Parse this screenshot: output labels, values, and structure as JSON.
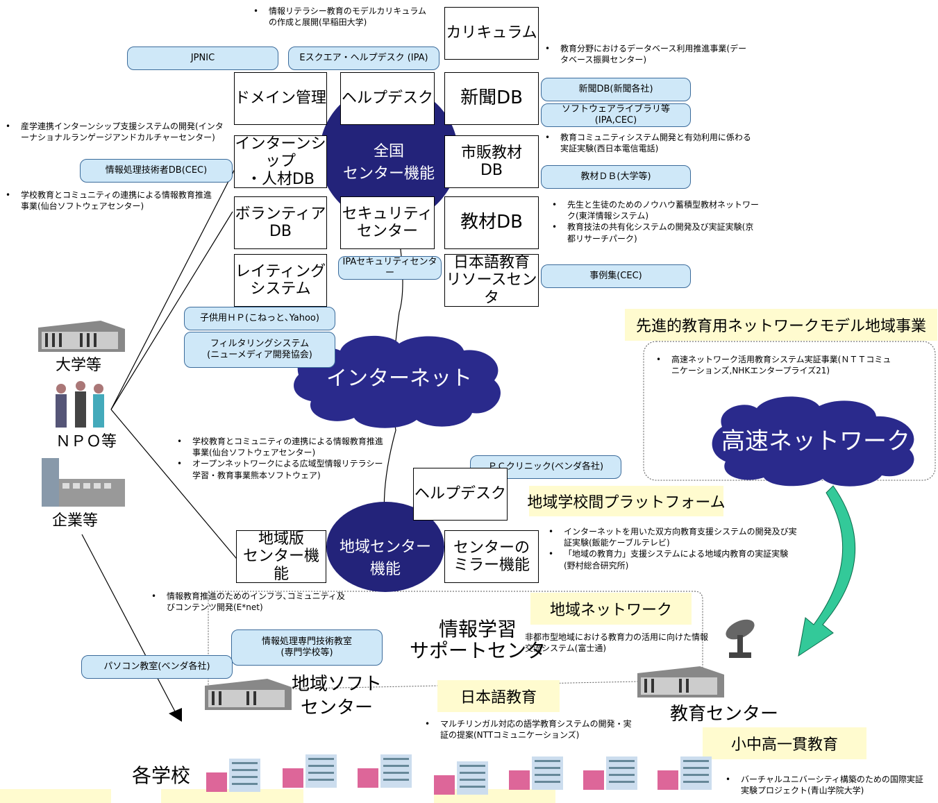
{
  "national": {
    "center_label": "全国\nセンター機能",
    "curriculum": "カリキュラム",
    "domain": "ドメイン管理",
    "helpdesk": "ヘルプデスク",
    "newspaper_db": "新聞DB",
    "internship_db": "インターンシップ\n・人材DB",
    "commercial_db": "市販教材\nDB",
    "volunteer_db": "ボランティア\nDB",
    "security_center": "セキュリティ\nセンター",
    "materials_db": "教材DB",
    "rating_system": "レイティング\nシステム",
    "japanese_resource": "日本語教育\nリソースセンタ"
  },
  "pills": {
    "jpnic": "JPNIC",
    "e_square": "Eスクエア・ヘルプデスク (IPA)",
    "newspaper": "新聞DB(新聞各社)",
    "software_library": "ソフトウェアライブラリ等(IPA,CEC)",
    "it_engineer_db": "情報処理技術者DB(CEC)",
    "materials_univ": "教材ＤＢ(大学等)",
    "ipa_security": "IPAセキュリティセンター",
    "case_studies": "事例集(CEC)",
    "kids_hp": "子供用ＨＰ(こねっと､Yahoo)",
    "filtering": "フィルタリングシステム\n(ニューメディア開発協会)",
    "pc_clinic": "ＰＣクリニック(ベンダ各社)",
    "it_vocational": "情報処理専門技術教室\n(専門学校等)",
    "pc_school": "パソコン教室(ベンダ各社)"
  },
  "notes": {
    "curriculum": "情報リテラシー教育のモデルカリキュラムの作成と展開(早稲田大学)",
    "database": "教育分野におけるデータベース利用推進事業(データベース振興センター)",
    "internship": "産学連携インターンシップ支援システムの開発(インターナショナルランゲージアンドカルチャーセンター)",
    "community_system": "教育コミュニティシステム開発と有効利用に係わる実証実験(西日本電信電話)",
    "school_community": "学校教育とコミュニティの連携による情報教育推進事業(仙台ソフトウェアセンター)",
    "knowhow": "先生と生徒のためのノウハウ蓄積型教材ネットワーク(東洋情報システム)",
    "teaching_method": "教育技法の共有化システムの開発及び実証実験(京都リサーチパーク)",
    "sendai": "学校教育とコミュニティの連携による情報教育推進事業(仙台ソフトウェアセンター)",
    "kumamoto": "オープンネットワークによる広域型情報リテラシー学習・教育事業熊本ソフトウェア)",
    "highspeed": "高速ネットワーク活用教育システム実証事業(ＮＴＴコミュニケーションズ,NHKエンタープライズ21)",
    "interactive": "インターネットを用いた双方向教育支援システムの開発及び実証実験(飯能ケーブルテレビ)",
    "local_education": "「地域の教育力」支援システムによる地域内教育の実証実験(野村総合研究所)",
    "infra": "情報教育推進のためのインフラ､コミュニティ及びコンテンツ開発(E*net)",
    "non_urban": "非都市型地域における教育力の活用に向けた情報交流システム(富士通)",
    "multilingual": "マルチリンガル対応の語学教育システムの開発・実証の提案(NTTコミュニケーションズ)",
    "virtual_university": "バーチャルユニバーシティ構築のための国際実証実験プロジェクト(青山学院大学)"
  },
  "internet_label": "インターネット",
  "advanced": {
    "title": "先進的教育用ネットワークモデル地域事業",
    "network_label": "高速ネットワーク"
  },
  "regional": {
    "helpdesk": "ヘルプデスク",
    "platform": "地域学校間プラットフォーム",
    "local_version": "地域版\nセンター機能",
    "center_label": "地域センター\n機能",
    "mirror": "センターの\nミラー機能",
    "network_title": "地域ネットワーク",
    "info_learning": "情報学習\nサポートセンタ",
    "software_center": "地域ソフト\nセンター",
    "japanese_education": "日本語教育",
    "education_center": "教育センター",
    "integrated_education": "小中高一貫教育"
  },
  "actors": {
    "university": "大学等",
    "npo": "ＮＰＯ等",
    "company": "企業等",
    "schools": "各学校"
  }
}
